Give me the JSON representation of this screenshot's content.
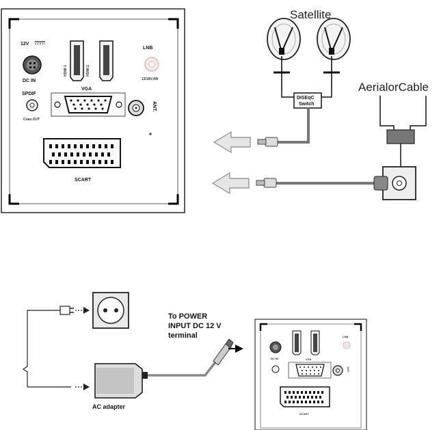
{
  "top_panel": {
    "dc": {
      "voltage": "12V",
      "label": "DC IN"
    },
    "hdmi1": "HDMI 1",
    "hdmi2": "HDMI 2",
    "lnb": {
      "title": "LNB",
      "spec": "13/18V,4W"
    },
    "vga": "VGA",
    "spdif": {
      "title": "SPDIF",
      "sub": "Coax.OUT"
    },
    "ant": "ANT.",
    "scart": "SCART"
  },
  "satellite_label": "Satellite",
  "diseqc_label": [
    "DISEqC",
    "Switch"
  ],
  "aerial_label": "AerialorCable",
  "power_text": [
    "To POWER",
    "INPUT DC 12 V",
    "terminal"
  ],
  "adapter_label": "AC adapter",
  "small_panel": {
    "dc": "DC IN",
    "vga": "VGA",
    "scart": "SCART",
    "lnb": "LNB",
    "ant": "ANT."
  }
}
